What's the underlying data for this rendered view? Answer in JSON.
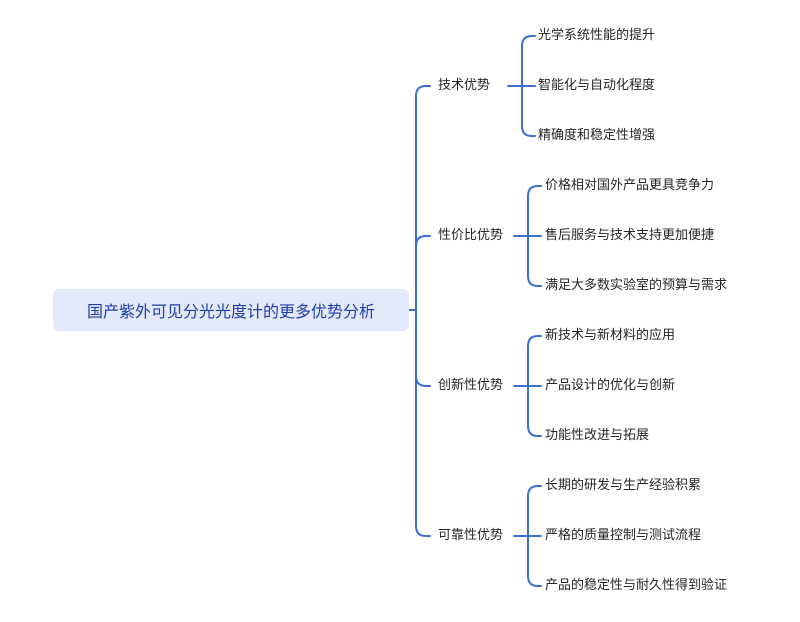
{
  "mindmap": {
    "root": "国产紫外可见分光光度计的更多优势分析",
    "branches": [
      {
        "label": "技术优势",
        "children": [
          "光学系统性能的提升",
          "智能化与自动化程度",
          "精确度和稳定性增强"
        ]
      },
      {
        "label": "性价比优势",
        "children": [
          "价格相对国外产品更具竞争力",
          "售后服务与技术支持更加便捷",
          "满足大多数实验室的预算与需求"
        ]
      },
      {
        "label": "创新性优势",
        "children": [
          "新技术与新材料的应用",
          "产品设计的优化与创新",
          "功能性改进与拓展"
        ]
      },
      {
        "label": "可靠性优势",
        "children": [
          "长期的研发与生产经验积累",
          "严格的质量控制与测试流程",
          "产品的稳定性与耐久性得到验证"
        ]
      }
    ]
  },
  "colors": {
    "connector": "#3d6fd1",
    "root_background": "#e3e9f8",
    "root_text": "#1f3ea8",
    "node_text": "#262626"
  }
}
